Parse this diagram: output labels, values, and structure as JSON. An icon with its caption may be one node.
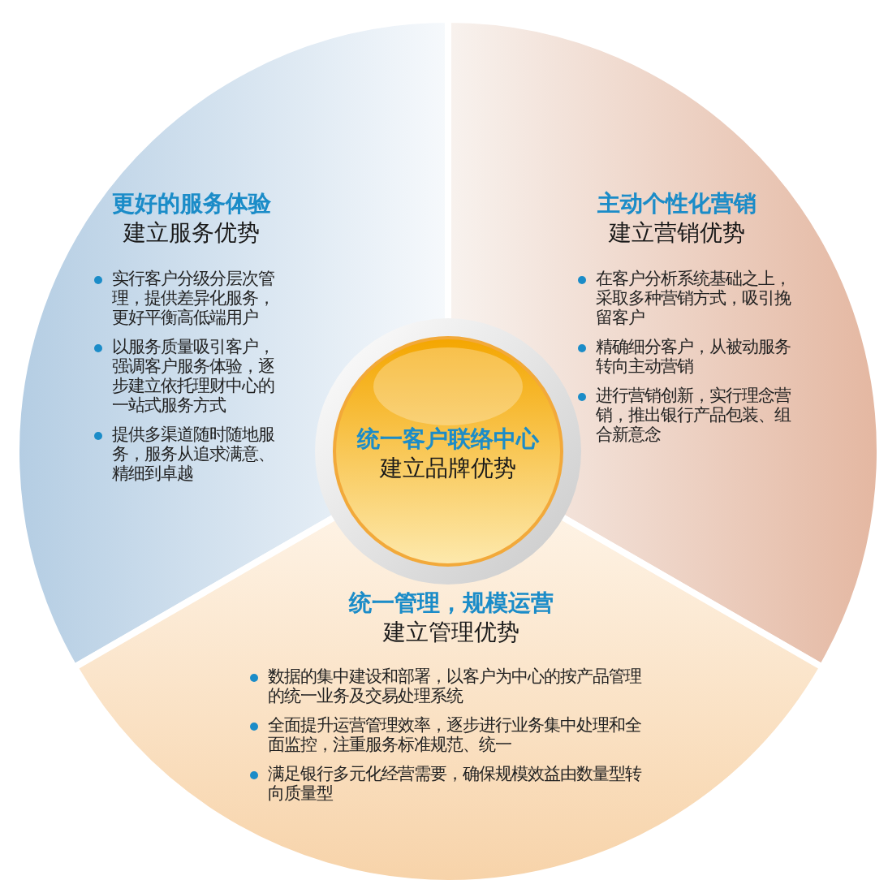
{
  "diagram": {
    "nodes": [
      {
        "text": [
          "更好的服务体验",
          "建立服务优势",
          "实行客户分级分层次管理，提供差异化服务，更好平衡高低端用户",
          "以服务质量吸引客户，强调客户服务体验，逐步建立依托理财中心的一站式服务方式",
          "提供多渠道随时随地服务，服务从追求满意、精细到卓越"
        ]
      },
      {
        "text": [
          "主动个性化营销",
          "建立营销优势",
          "在客户分析系统基础之上，采取多种营销方式，吸引挽留客户",
          "精确细分客户，从被动服务转向主动营销",
          "进行营销创新，实行理念营销，推出银行产品包装、组合新意念"
        ]
      },
      {
        "text": [
          "统一客户联络中心",
          "建立品牌优势"
        ]
      },
      {
        "text": [
          "统一管理，规模运营",
          "建立管理优势",
          "数据的集中建设和部署，以客户为中心的按产品管理的统一业务及交易处理系统",
          "全面提升运营管理效率，逐步进行业务集中处理和全面监控，注重服务标准规范、统一",
          "满足银行多元化经营需要，确保规模效益由数量型转向质量型"
        ]
      }
    ]
  }
}
